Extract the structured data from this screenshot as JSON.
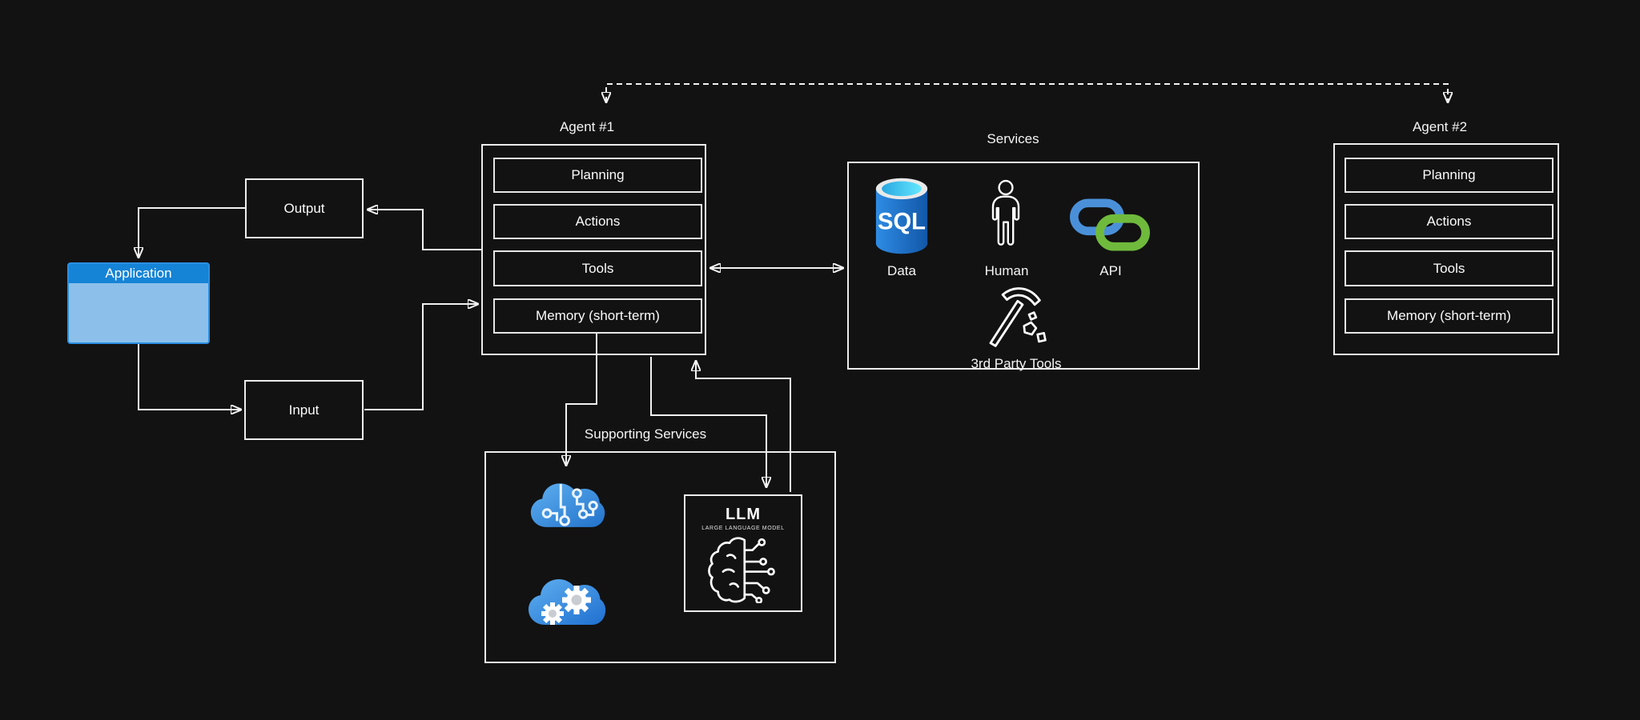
{
  "application": {
    "label": "Application"
  },
  "output": {
    "label": "Output"
  },
  "input": {
    "label": "Input"
  },
  "agent1": {
    "title": "Agent #1",
    "modules": [
      "Planning",
      "Actions",
      "Tools",
      "Memory (short-term)"
    ]
  },
  "agent2": {
    "title": "Agent #2",
    "modules": [
      "Planning",
      "Actions",
      "Tools",
      "Memory (short-term)"
    ]
  },
  "services": {
    "title": "Services",
    "items": [
      {
        "label": "Data",
        "icon": "sql-database-icon"
      },
      {
        "label": "Human",
        "icon": "human-icon"
      },
      {
        "label": "API",
        "icon": "api-link-icon"
      },
      {
        "label": "3rd Party Tools",
        "icon": "pickaxe-icon"
      }
    ]
  },
  "supporting_services": {
    "title": "Supporting Services",
    "items": [
      {
        "icon": "ai-cloud-icon"
      },
      {
        "icon": "gears-cloud-icon"
      }
    ],
    "llm": {
      "title": "LLM",
      "subtitle": "LARGE LANGUAGE MODEL",
      "icon": "brain-circuit-icon"
    }
  },
  "connections": [
    {
      "from": "agent1",
      "to": "output",
      "style": "solid-arrow"
    },
    {
      "from": "output",
      "to": "application",
      "style": "solid-arrow"
    },
    {
      "from": "application",
      "to": "input",
      "style": "solid-arrow"
    },
    {
      "from": "input",
      "to": "agent1-memory",
      "style": "solid-arrow"
    },
    {
      "from": "agent1-tools",
      "to": "services",
      "style": "double-arrow"
    },
    {
      "from": "agent1-memory",
      "to": "ai-cloud",
      "style": "solid-arrow"
    },
    {
      "from": "agent1",
      "to": "llm",
      "style": "solid-arrow"
    },
    {
      "from": "llm",
      "to": "agent1",
      "style": "solid-arrow"
    },
    {
      "from": "agent1",
      "to": "agent2",
      "style": "dashed-double-arrow"
    }
  ],
  "colors": {
    "background": "#121212",
    "line": "#f2f2f2",
    "app_header": "#1583d6",
    "app_body": "#8cc0ea",
    "sql_blue_light": "#2e8ce4",
    "sql_blue_dark": "#1257a8",
    "sql_cyan": "#5ce6ff",
    "api_blue": "#4a90d9",
    "api_green": "#6fba3c",
    "cloud_blue_light": "#58a9ed",
    "cloud_blue_dark": "#2272cc"
  }
}
